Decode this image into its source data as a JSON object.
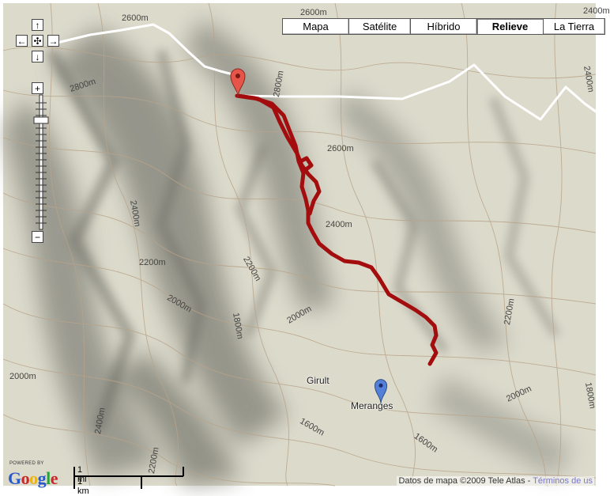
{
  "map_types": {
    "items": [
      "Mapa",
      "Satélite",
      "Híbrido",
      "Relieve",
      "La Tierra"
    ],
    "active": "Relieve"
  },
  "controls": {
    "pan_up": "↑",
    "pan_left": "←",
    "pan_center": "✣",
    "pan_right": "→",
    "pan_down": "↓",
    "zoom_in": "+",
    "zoom_out": "−"
  },
  "contour_labels": [
    "2600m",
    "2600m",
    "2800m",
    "2800m",
    "2600m",
    "2400m",
    "2400m",
    "2400m",
    "2200m",
    "2200m",
    "2000m",
    "2000m",
    "2000m",
    "1800m",
    "2200m",
    "2000m",
    "1600m",
    "1600m",
    "2400m",
    "2200m",
    "1800m",
    "2400m"
  ],
  "places": {
    "girult": "Girult",
    "meranges": "Meranges"
  },
  "scale": {
    "miles": "1 mi",
    "km": "1 km"
  },
  "branding": {
    "powered_by": "POWERED BY",
    "google": "Google"
  },
  "copyright": {
    "text": "Datos de mapa ©2009 Tele Atlas - ",
    "terms_link": "Términos de us"
  },
  "colors": {
    "track": "#a30d0d",
    "road": "#ffffff",
    "start_marker": "#e5554a",
    "end_marker": "#5580d8"
  }
}
